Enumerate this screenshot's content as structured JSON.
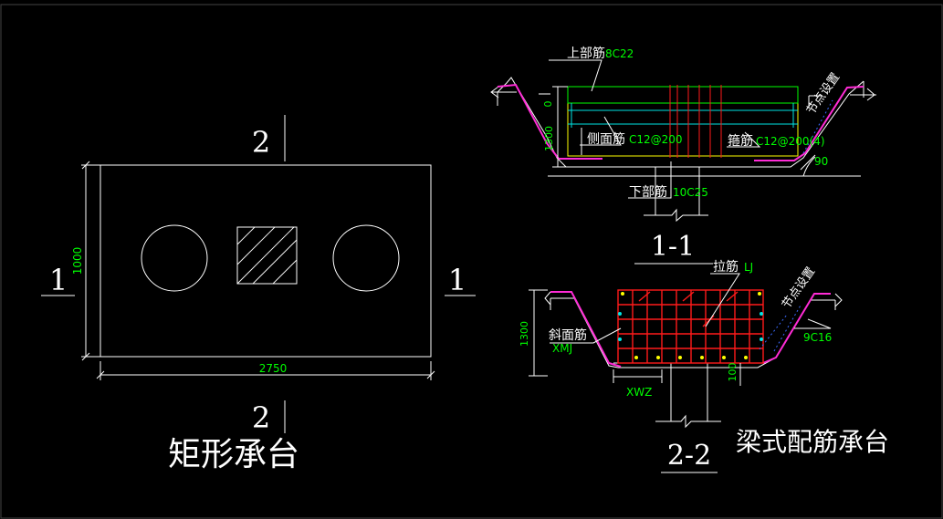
{
  "colors": {
    "background": "#000000",
    "frame": "#ffffff",
    "text": "#ffffff",
    "dim": "#00ff00",
    "rebar_red": "#ff1a1a",
    "magenta": "#ff2bd6",
    "cyan": "#00e5e5",
    "yellow": "#ffff00",
    "green_line": "#00ff00",
    "blue": "#3b6bff"
  },
  "left": {
    "title": "矩形承台",
    "section_mark_left": "1",
    "section_mark_right": "1",
    "section_mark_top": "2",
    "section_mark_bottom": "2",
    "dim_height": "1000",
    "dim_width": "2750"
  },
  "section11": {
    "title": "1-1",
    "top_bar_label": "上部筋",
    "top_bar_value": "8C22",
    "side_bar_label": "侧面筋",
    "side_bar_value": "C12@200",
    "stirrup_label": "箍筋",
    "stirrup_value": "C12@200(4)",
    "bottom_bar_label": "下部筋",
    "bottom_bar_value": "10C25",
    "node_label": "节点设置",
    "dim_height": "1300",
    "dim_zero": "0",
    "angle": "90"
  },
  "section22": {
    "title": "2-2",
    "tie_label": "拉筋",
    "tie_value": "LJ",
    "slope_label": "斜面筋",
    "slope_value": "XMJ",
    "xwz": "XWZ",
    "node_label": "节点设置",
    "right_bar": "9C16",
    "dim_height": "1300",
    "dim_bottom": "100"
  },
  "caption": "梁式配筋承台"
}
